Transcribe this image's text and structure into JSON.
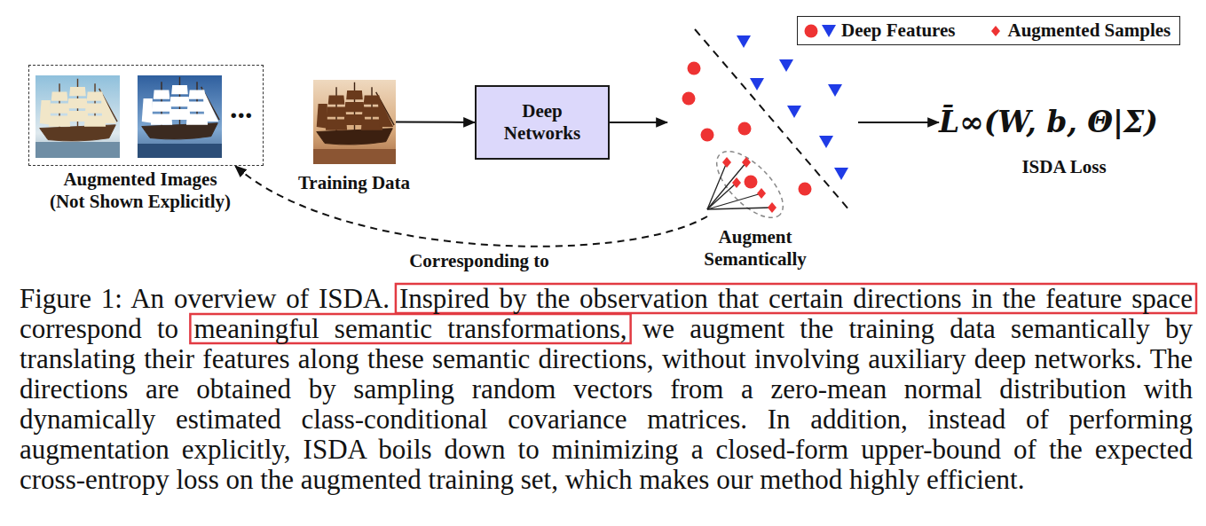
{
  "diagram": {
    "caption": "Figure 1: An overview of ISDA. Inspired by the observation that certain directions in the feature space correspond to meaningful semantic transformations, we augment the training data semantically by translating their features along these semantic directions, without involving auxiliary deep networks. The directions are obtained by sampling random vectors from a zero-mean normal distribution with dynamically estimated class-conditional covariance matrices. In addition, instead of performing augmentation explicitly, ISDA boils down to minimizing a closed-form upper-bound of the expected cross-entropy loss on the augmented training set, which makes our method highly efficient.",
    "nodes": [
      {
        "text": [
          "...",
          "Augmented Images (Not Shown Explicitly)"
        ]
      },
      {
        "text": [
          "Training Data"
        ]
      },
      {
        "text": [
          "Deep Networks"
        ]
      },
      {
        "text": [
          "Augment Semantically"
        ]
      },
      {
        "text": [
          "L̄∞(W, b, Θ|Σ)",
          "ISDA Loss"
        ]
      }
    ],
    "edges": [
      {
        "from": 1,
        "to": 2,
        "arrow": "to"
      },
      {
        "from": 2,
        "to": 3,
        "arrow": "to"
      },
      {
        "from": 3,
        "to": 4,
        "arrow": "to"
      },
      {
        "from": 3,
        "to": 0,
        "label": "Corresponding to",
        "arrow": "to"
      }
    ],
    "legend": [
      {
        "text": "Deep Features"
      },
      {
        "text": "Augmented Samples"
      }
    ]
  }
}
